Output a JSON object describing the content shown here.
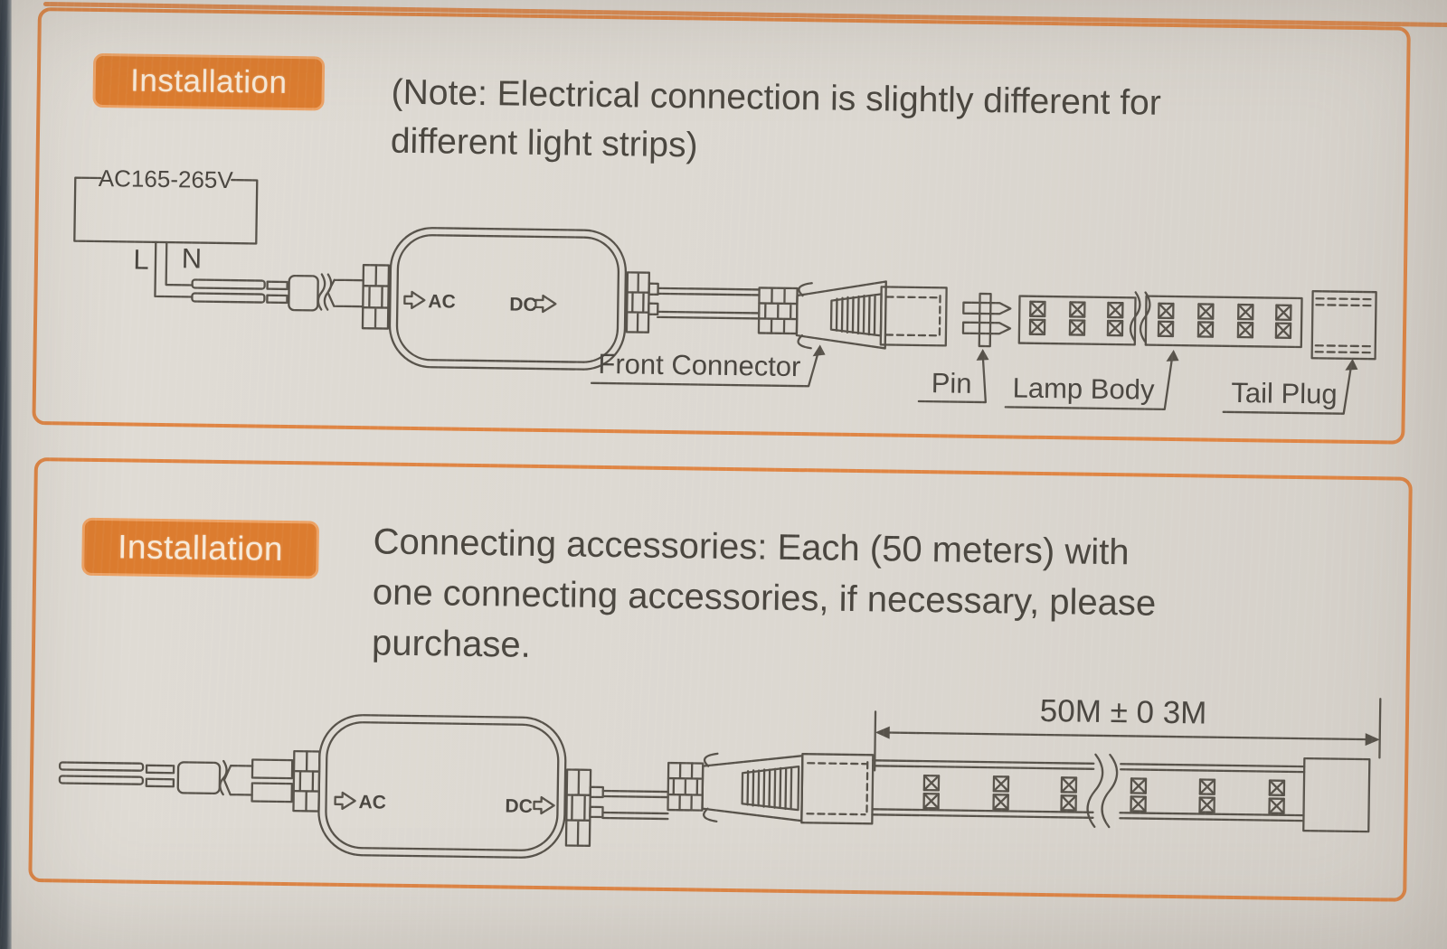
{
  "photo": {
    "paper_color": "#dcd8d1",
    "accent_color": "#dc7c2f",
    "ink_color": "#57524a"
  },
  "panel_top": {
    "badge_label": "Installation",
    "note_line1": "(Note: Electrical connection is slightly different for",
    "note_line2": "different light strips)",
    "diagram": {
      "power_source_label": "AC165-265V",
      "live_label": "L",
      "neutral_label": "N",
      "ac_label": "AC",
      "dc_label": "DC",
      "front_connector_label": "Front Connector",
      "pin_label": "Pin",
      "lamp_body_label": "Lamp Body",
      "tail_plug_label": "Tail Plug"
    }
  },
  "panel_bottom": {
    "badge_label": "Installation",
    "body_line1": "Connecting accessories: Each (50 meters) with",
    "body_line2": "one connecting accessories, if necessary, please",
    "body_line3": "purchase.",
    "diagram": {
      "ac_label": "AC",
      "dc_label": "DC",
      "dimension_label": "50M ± 0 3M"
    }
  }
}
